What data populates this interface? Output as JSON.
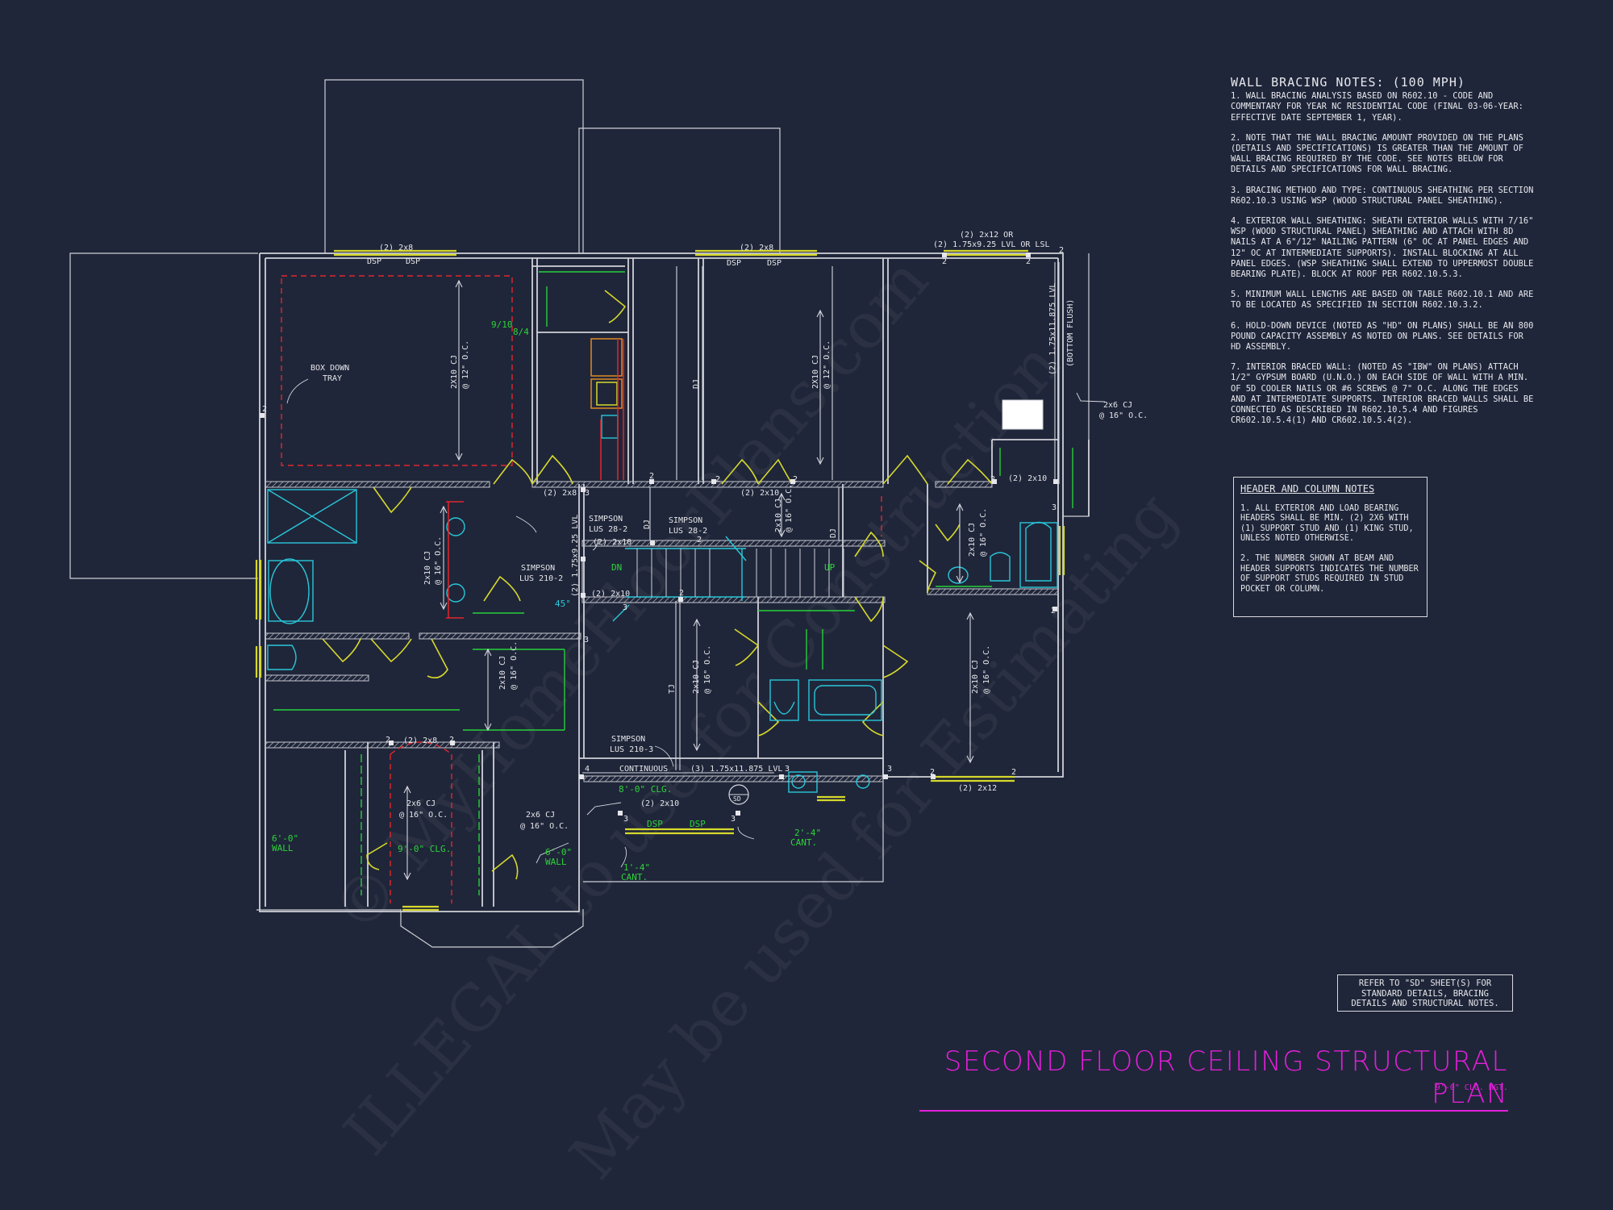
{
  "wall_bracing": {
    "title": "WALL BRACING NOTES: (100 MPH)",
    "notes": [
      "1. WALL BRACING ANALYSIS BASED ON R602.10 - CODE AND COMMENTARY FOR YEAR NC RESIDENTIAL CODE (FINAL 03-06-YEAR: EFFECTIVE DATE SEPTEMBER 1, YEAR).",
      "2. NOTE THAT THE WALL BRACING AMOUNT PROVIDED ON THE PLANS (DETAILS AND SPECIFICATIONS) IS GREATER THAN THE AMOUNT OF WALL BRACING REQUIRED BY THE CODE. SEE NOTES BELOW FOR DETAILS AND SPECIFICATIONS FOR WALL BRACING.",
      "3. BRACING METHOD AND TYPE: CONTINUOUS SHEATHING PER SECTION R602.10.3 USING WSP (WOOD STRUCTURAL PANEL SHEATHING).",
      "4. EXTERIOR WALL SHEATHING: SHEATH EXTERIOR WALLS WITH 7/16\" WSP (WOOD STRUCTURAL PANEL) SHEATHING AND ATTACH WITH 8d NAILS AT A 6\"/12\" NAILING PATTERN (6\" OC AT PANEL EDGES AND 12\" OC AT INTERMEDIATE SUPPORTS). INSTALL BLOCKING AT ALL PANEL EDGES. (WSP SHEATHING SHALL EXTEND TO UPPERMOST DOUBLE BEARING PLATE). BLOCK AT ROOF PER R602.10.5.3.",
      "5. MINIMUM WALL LENGTHS ARE BASED ON TABLE R602.10.1 AND ARE TO BE LOCATED AS SPECIFIED IN SECTION R602.10.3.2.",
      "6. HOLD-DOWN DEVICE (NOTED AS \"HD\" ON PLANS) SHALL BE AN 800 POUND CAPACITY ASSEMBLY AS NOTED ON PLANS. SEE DETAILS FOR HD ASSEMBLY.",
      "7. INTERIOR BRACED WALL: (NOTED AS \"IBW\" ON PLANS) ATTACH 1/2\" GYPSUM BOARD (U.N.O.) ON EACH SIDE OF WALL WITH A MIN. OF 5d COOLER NAILS OR #6 SCREWS @ 7\" O.C. ALONG THE EDGES AND AT INTERMEDIATE SUPPORTS. INTERIOR BRACED WALLS SHALL BE CONNECTED AS DESCRIBED IN R602.10.5.4 AND FIGURES CR602.10.5.4(1) AND CR602.10.5.4(2)."
    ]
  },
  "header_notes": {
    "title": "HEADER AND COLUMN NOTES",
    "notes": [
      "1. ALL EXTERIOR AND LOAD BEARING HEADERS SHALL BE MIN. (2) 2x6 WITH (1) SUPPORT STUD AND (1) KING STUD, UNLESS NOTED OTHERWISE.",
      "2. THE NUMBER SHOWN AT BEAM AND HEADER SUPPORTS INDICATES THE NUMBER OF SUPPORT STUDS REQUIRED IN STUD POCKET OR COLUMN."
    ]
  },
  "reference_note": "REFER TO \"SD\" SHEET(S) FOR STANDARD DETAILS, BRACING DETAILS AND STRUCTURAL NOTES.",
  "sheet_title": "SECOND FLOOR CEILING STRUCTURAL PLAN",
  "sheet_subtitle": "9'-0\" CLG. HGT.",
  "watermarks": [
    "© MyHomeFloorPlans.com",
    "ILLEGAL to use for Construction",
    "May be used for Estimating"
  ],
  "plan_labels": {
    "top_header_1": "(2) 2x8",
    "top_header_2": "(2) 2x8",
    "top_header_3": "(2) 2x12 OR",
    "top_header_3b": "(2) 1.75x9.25 LVL OR LSL",
    "dsp": "DSP",
    "box_down": "BOX DOWN",
    "tray": "TRAY",
    "cj_2x10_12": "2X10 CJ",
    "oc_12": "@ 12\" O.C.",
    "cj_2x10": "2x10 CJ",
    "oc_16": "@ 16\" O.C.",
    "cj_2x6": "2x6 CJ",
    "dj": "DJ",
    "tj": "TJ",
    "lvl_right": "(2) 1.75x11.875 LVL",
    "bottom_flush": "(BOTTOM FLUSH)",
    "lvl_mid": "(2) 1.75x9.25 LVL",
    "h_2x8": "(2) 2x8",
    "h_2x10": "(2) 2x10",
    "h_2x12": "(2) 2x12",
    "simpson_28_2": "SIMPSON",
    "lus_28_2": "LUS 28-2",
    "lus_210_2": "LUS 210-2",
    "lus_210_3": "LUS 210-3",
    "continuous": "CONTINUOUS",
    "lvl_bottom": "(3) 1.75x11.875 LVL",
    "clg_8": "8'-0\" CLG.",
    "clg_9": "9'-0\" CLG.",
    "wall_6": "6'-0\"",
    "wall": "WALL",
    "cant_1_4": "1'-4\"",
    "cant_2_4": "2'-4\"",
    "cant": "CANT.",
    "dn": "DN",
    "up": "UP",
    "dim_9_10": "9/10",
    "dim_8_4": "8/4",
    "sd": "SD",
    "angle_45": "45°",
    "n2": "2",
    "n3": "3",
    "n4": "4"
  }
}
